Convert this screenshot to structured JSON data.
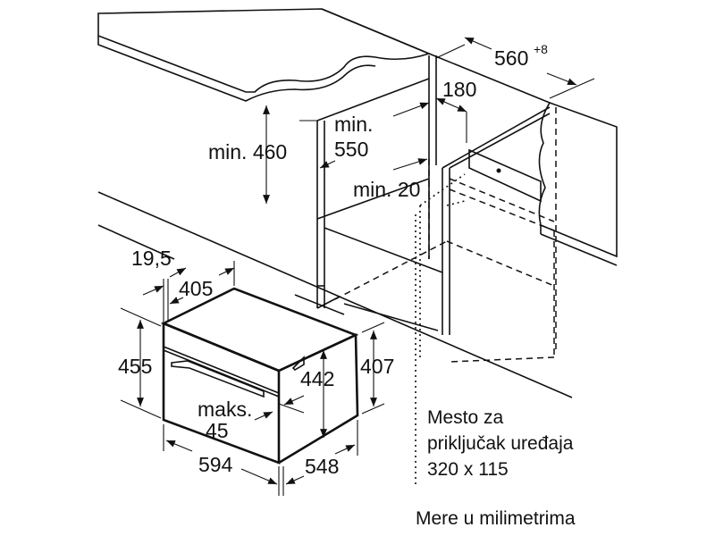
{
  "dimensions": {
    "niche_depth": "560",
    "niche_depth_tolerance": "+8",
    "socket_offset": "180",
    "min_height_above": "min. 460",
    "min_niche_height_label": "min.",
    "min_niche_height_value": "550",
    "min_gap": "min. 20",
    "front_panel_thickness": "19,5",
    "door_offset": "405",
    "front_height": "455",
    "body_height": "442",
    "side_height": "407",
    "max_label": "maks.",
    "max_value": "45",
    "width": "594",
    "depth": "548"
  },
  "notes": {
    "connection_line1": "Mesto za",
    "connection_line2": "priključak uređaja",
    "connection_line3": "320 x 115",
    "units": "Mere u milimetrima"
  },
  "colors": {
    "surface_gray": "#e6e6e6",
    "line": "#111111"
  }
}
